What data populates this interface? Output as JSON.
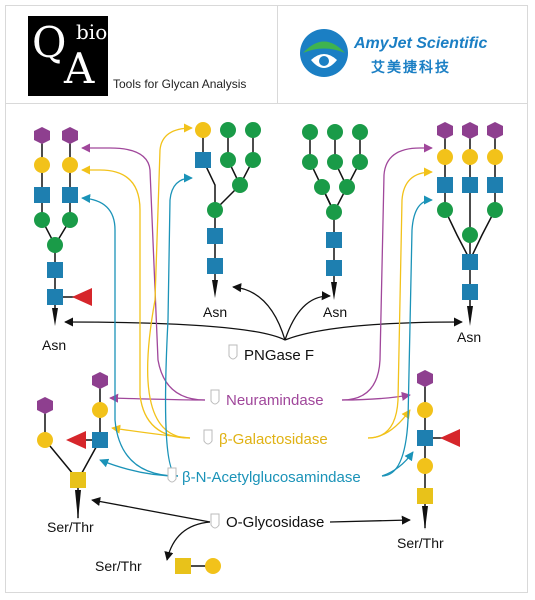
{
  "header": {
    "qa_logo": {
      "q": "Q",
      "a": "A",
      "bio": "bio",
      "tagline": "Tools for Glycan Analysis"
    },
    "amyjet_logo": {
      "name": "AmyJet Scientific",
      "name_cn": "艾美捷科技"
    }
  },
  "diagram": {
    "labels": {
      "asn_1": "Asn",
      "asn_2": "Asn",
      "asn_3": "Asn",
      "asn_4": "Asn",
      "serthr_1": "Ser/Thr",
      "serthr_2": "Ser/Thr",
      "serthr_3": "Ser/Thr"
    },
    "enzymes": [
      {
        "id": "pngase-f",
        "label": "PNGase F",
        "color": "#111111"
      },
      {
        "id": "neuramindase",
        "label": "Neuramindase",
        "color": "#a0479b"
      },
      {
        "id": "galactosidase",
        "label": "β-Galactosidase",
        "color": "#f2c21a"
      },
      {
        "id": "acetylglucosamindase",
        "label": "β-N-Acetylglucosamindase",
        "color": "#1b93b8"
      },
      {
        "id": "o-glycosidase",
        "label": "O-Glycosidase",
        "color": "#111111"
      }
    ],
    "monosaccharide_colors": {
      "sialic": "#8e3f8f",
      "galactose": "#f2c21a",
      "glcnac": "#1e7fb0",
      "mannose": "#1a9b48",
      "fucose": "#d6262b",
      "galnac": "#e8c21a"
    }
  }
}
